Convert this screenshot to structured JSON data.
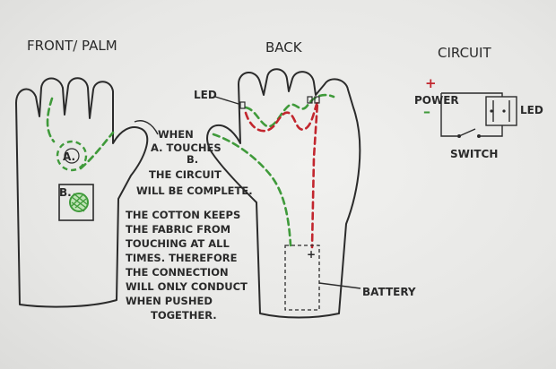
{
  "front": {
    "title": "FRONT/ PALM",
    "label_a": "A.",
    "label_b": "B.",
    "note_when": [
      "WHEN",
      "A. TOUCHES",
      "B.",
      "THE CIRCUIT",
      "WILL BE COMPLETE."
    ],
    "note_cotton": [
      "THE COTTON KEEPS",
      "THE FABRIC FROM",
      "TOUCHING AT ALL",
      "TIMES. THEREFORE",
      "THE CONNECTION",
      "WILL ONLY CONDUCT",
      "WHEN PUSHED",
      "TOGETHER."
    ]
  },
  "back": {
    "title": "BACK",
    "led_label": "LED",
    "battery_label": "BATTERY",
    "battery_plus": "+"
  },
  "circuit": {
    "title": "CIRCUIT",
    "power_plus": "+",
    "power_label": "POWER",
    "power_minus": "–",
    "led_label": "LED",
    "switch_label": "SWITCH"
  },
  "colors": {
    "green_thread": "#3f9a3a",
    "red_thread": "#c2262e",
    "ink": "#2b2b2b"
  }
}
